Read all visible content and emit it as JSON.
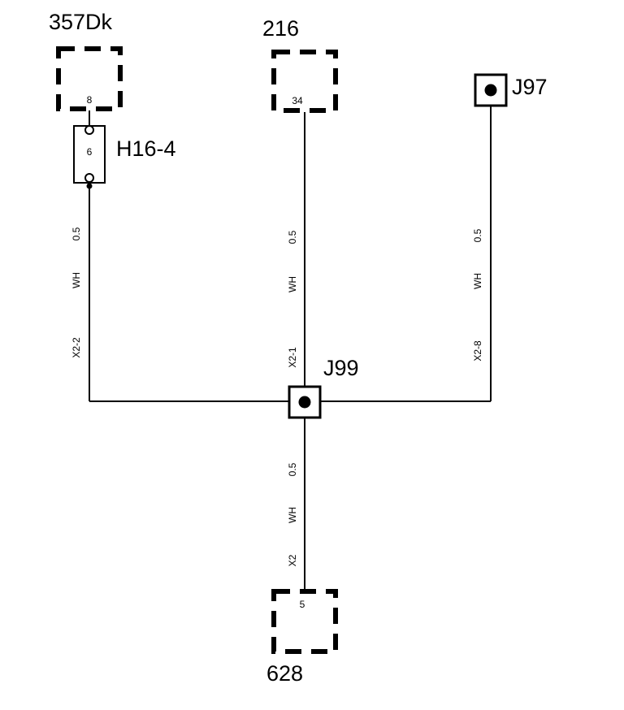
{
  "components": {
    "c357": {
      "name": "357Dk",
      "pin": "8"
    },
    "c216": {
      "name": "216",
      "pin": "34"
    },
    "c628": {
      "name": "628",
      "pin": "5"
    },
    "h16": {
      "name": "H16-4",
      "pin": "6"
    },
    "j97": {
      "name": "J97"
    },
    "j99": {
      "name": "J99"
    }
  },
  "wires": {
    "w1": {
      "size": "0.5",
      "color": "WH",
      "conn": "X2-2"
    },
    "w2": {
      "size": "0.5",
      "color": "WH",
      "conn": "X2-1"
    },
    "w3": {
      "size": "0.5",
      "color": "WH",
      "conn": "X2-8"
    },
    "w4": {
      "size": "0.5",
      "color": "WH",
      "conn": "X2"
    }
  }
}
